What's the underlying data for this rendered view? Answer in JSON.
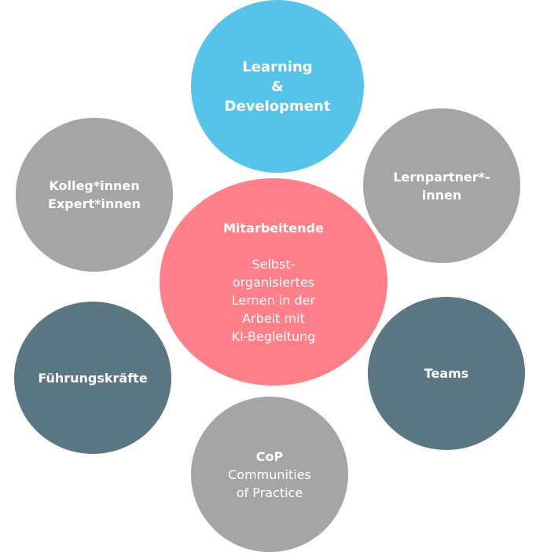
{
  "colors": {
    "blue": "#57C3E8",
    "gray": "#A5A5A5",
    "slate": "#5C7784",
    "pink": "#FF7F8A"
  },
  "nodes": {
    "learning": {
      "lines": [
        "Learning",
        "&",
        "Development"
      ]
    },
    "colleagues": {
      "lines": [
        "Kolleg*innen",
        "Expert*innen"
      ]
    },
    "partners": {
      "lines": [
        "Lernpartner*-",
        "innen"
      ]
    },
    "center": {
      "title": "Mitarbeitende",
      "lines": [
        "Selbst-",
        "organisiertes",
        "Lernen in der",
        "Arbeit mit",
        "KI-Begleitung"
      ]
    },
    "leaders": {
      "title": "Führungskräfte"
    },
    "teams": {
      "title": "Teams"
    },
    "cop": {
      "title": "CoP",
      "lines": [
        "Communities",
        "of Practice"
      ]
    }
  }
}
